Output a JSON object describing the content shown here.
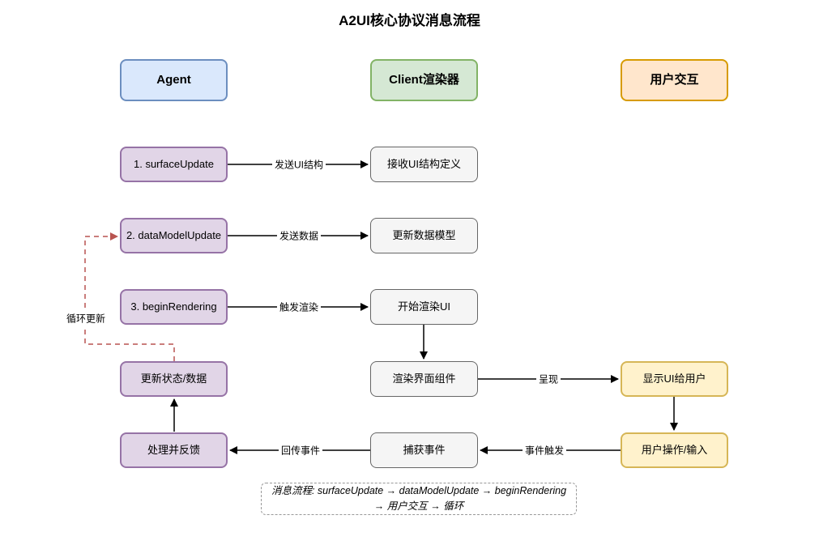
{
  "title": "A2UI核心协议消息流程",
  "columns": [
    {
      "id": "agent",
      "label": "Agent"
    },
    {
      "id": "client",
      "label": "Client渲染器"
    },
    {
      "id": "user",
      "label": "用户交互"
    }
  ],
  "nodes": {
    "surface_update": "1. surfaceUpdate",
    "data_model_update": "2. dataModelUpdate",
    "begin_rendering": "3. beginRendering",
    "update_state": "更新状态/数据",
    "process_feedback": "处理并反馈",
    "receive_ui": "接收UI结构定义",
    "update_data_model": "更新数据模型",
    "start_rendering": "开始渲染UI",
    "render_components": "渲染界面组件",
    "capture_events": "捕获事件",
    "show_ui": "显示UI给用户",
    "user_input": "用户操作/输入"
  },
  "edges": {
    "send_ui_structure": "发送UI结构",
    "send_data": "发送数据",
    "trigger_render": "触发渲染",
    "present": "呈现",
    "event_trigger": "事件触发",
    "return_event": "回传事件",
    "loop_update": "循环更新"
  },
  "note": {
    "line1": "消息流程: surfaceUpdate → dataModelUpdate → beginRendering",
    "line2": "→ 用户交互 → 循环"
  },
  "colors": {
    "agent_header_fill": "#dae8fc",
    "agent_header_stroke": "#6c8ebf",
    "client_header_fill": "#d5e8d4",
    "client_header_stroke": "#82b366",
    "user_header_fill": "#ffe6cc",
    "user_header_stroke": "#d79b00",
    "agent_node_fill": "#e1d5e7",
    "agent_node_stroke": "#9673a6",
    "client_node_fill": "#f5f5f5",
    "client_node_stroke": "#666666",
    "user_node_fill": "#fff2cc",
    "user_node_stroke": "#d6b656",
    "arrow_color": "#000000",
    "loop_arrow_color": "#b85450"
  }
}
